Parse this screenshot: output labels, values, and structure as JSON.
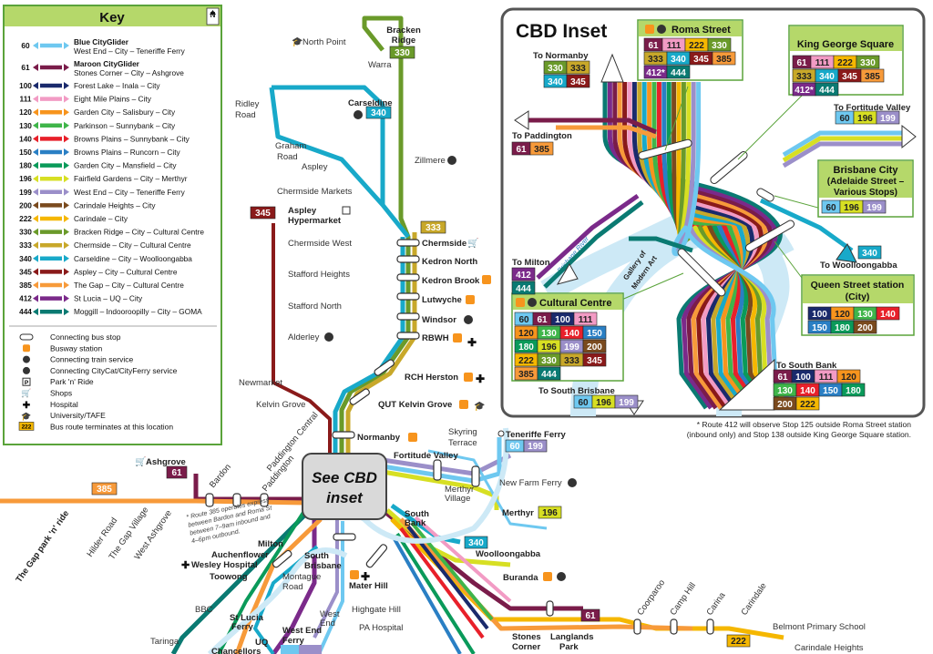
{
  "key": {
    "title": "Key",
    "routes": [
      {
        "num": "60",
        "color": "#6ec8f0",
        "name": "Blue CityGlider",
        "sub": "West End – City – Teneriffe Ferry"
      },
      {
        "num": "61",
        "color": "#7a1c4a",
        "name": "Maroon CityGlider",
        "sub": "Stones Corner – City – Ashgrove"
      },
      {
        "num": "100",
        "color": "#1a2a6c",
        "name": "Forest Lake – Inala – City"
      },
      {
        "num": "111",
        "color": "#f29bc4",
        "name": "Eight Mile Plains – City"
      },
      {
        "num": "120",
        "color": "#f7941d",
        "name": "Garden City – Salisbury – City"
      },
      {
        "num": "130",
        "color": "#3fb54a",
        "name": "Parkinson – Sunnybank – City"
      },
      {
        "num": "140",
        "color": "#e8202a",
        "name": "Browns Plains – Sunnybank – City"
      },
      {
        "num": "150",
        "color": "#2a7fc4",
        "name": "Browns Plains – Runcorn – City"
      },
      {
        "num": "180",
        "color": "#0a9a5a",
        "name": "Garden City – Mansfield – City"
      },
      {
        "num": "196",
        "color": "#d7df23",
        "name": "Fairfield Gardens – City – Merthyr"
      },
      {
        "num": "199",
        "color": "#9b8fc9",
        "name": "West End – City – Teneriffe Ferry"
      },
      {
        "num": "200",
        "color": "#7a4a1e",
        "name": "Carindale Heights – City"
      },
      {
        "num": "222",
        "color": "#f5b700",
        "name": "Carindale – City"
      },
      {
        "num": "330",
        "color": "#6a9a2a",
        "name": "Bracken Ridge – City – Cultural Centre"
      },
      {
        "num": "333",
        "color": "#c8a82a",
        "name": "Chermside – City – Cultural Centre"
      },
      {
        "num": "340",
        "color": "#18a9c9",
        "name": "Carseldine – City – Woolloongabba"
      },
      {
        "num": "345",
        "color": "#8a1a1a",
        "name": "Aspley – City – Cultural Centre"
      },
      {
        "num": "385",
        "color": "#f79a3a",
        "name": "The Gap – City – Cultural Centre"
      },
      {
        "num": "412",
        "color": "#7b2a8a",
        "name": "St Lucia – UQ – City"
      },
      {
        "num": "444",
        "color": "#0a7a72",
        "name": "Moggill – Indooroopilly – City – GOMA"
      }
    ],
    "symbols": [
      {
        "icon": "connecting-bus-stop-icon",
        "text": "Connecting bus stop"
      },
      {
        "icon": "busway-station-icon",
        "text": "Busway station"
      },
      {
        "icon": "train-icon",
        "text": "Connecting train service"
      },
      {
        "icon": "ferry-icon",
        "text": "Connecting CityCat/CityFerry service"
      },
      {
        "icon": "park-n-ride-icon",
        "text": "Park 'n' Ride"
      },
      {
        "icon": "shops-icon",
        "text": "Shops"
      },
      {
        "icon": "hospital-icon",
        "text": "Hospital"
      },
      {
        "icon": "university-icon",
        "text": "University/TAFE"
      },
      {
        "icon": "terminus-badge-icon",
        "badge": "222",
        "text": "Bus route terminates at this location"
      }
    ]
  },
  "inset": {
    "title": "CBD Inset",
    "to_normanby": "To Normanby",
    "to_paddington": "To Paddington",
    "to_milton": "To Milton",
    "to_fortitude_valley": "To Fortitude Valley",
    "to_woolloongabba": "To Woolloongabba",
    "to_south_brisbane": "To South Brisbane",
    "to_south_bank": "To South Bank",
    "roma_street": "Roma Street",
    "king_george_square": "King George Square",
    "brisbane_city": "Brisbane City",
    "brisbane_city_sub": "(Adelaide Street –",
    "brisbane_city_sub2": "Various Stops)",
    "queen_street": "Queen Street station",
    "queen_street_sub": "(City)",
    "cultural_centre": "Cultural Centre",
    "gallery": "Gallery of",
    "gallery2": "Modern Art",
    "river": "Brisbane River",
    "footnote1": "* Route 412 will observe Stop 125 outside Roma Street station",
    "footnote2": "(inbound only) and Stop 138 outside King George Square station."
  },
  "map": {
    "see_cbd": "See CBD",
    "see_cbd2": "inset",
    "route385_note": "* Route 385 operates express between Bardon and Roma St between 7–9am inbound and 4–6pm outbound.",
    "places": {
      "bracken_ridge": "Bracken",
      "bracken_ridge2": "Ridge",
      "north_point": "North Point",
      "warra": "Warra",
      "ridley_road": "Ridley",
      "ridley_road2": "Road",
      "carseldine": "Carseldine",
      "graham_road": "Graham",
      "graham_road2": "Road",
      "zillmere": "Zillmere",
      "aspley": "Aspley",
      "chermside_markets": "Chermside Markets",
      "aspley_hypermarket": "Aspley",
      "aspley_hypermarket2": "Hypermarket",
      "chermside": "Chermside",
      "chermside_west": "Chermside West",
      "kedron_north": "Kedron North",
      "kedron_brook": "Kedron Brook",
      "stafford_heights": "Stafford Heights",
      "lutwyche": "Lutwyche",
      "stafford_north": "Stafford North",
      "windsor": "Windsor",
      "alderley": "Alderley",
      "rbwh": "RBWH",
      "rch_herston": "RCH Herston",
      "newmarket": "Newmarket",
      "kelvin_grove": "Kelvin Grove",
      "qut_kelvin_grove": "QUT Kelvin Grove",
      "paddington_central": "Paddington Central",
      "normanby": "Normanby",
      "skyring_terrace": "Skyring",
      "skyring_terrace2": "Terrace",
      "teneriffe_ferry": "Teneriffe Ferry",
      "ashgrove": "Ashgrove",
      "bardon": "Bardon",
      "paddington": "Paddington",
      "fortitude_valley": "Fortitude Valley",
      "new_farm_ferry": "New Farm Ferry",
      "merthyr_village": "Merthyr",
      "merthyr_village2": "Village",
      "merthyr": "Merthyr",
      "gap_park_n_ride": "The Gap park 'n' ride",
      "hilder_road": "Hilder Road",
      "the_gap_village": "The Gap Village",
      "west_ashgrove": "West Ashgrove",
      "south_bank": "South",
      "south_bank2": "Bank",
      "milton": "Milton",
      "south_brisbane": "South",
      "south_brisbane2": "Brisbane",
      "auchenflower": "Auchenflower",
      "wesley_hospital": "Wesley Hospital",
      "toowong": "Toowong",
      "woolloongabba": "Woolloongabba",
      "montague_road": "Montague",
      "montague_road2": "Road",
      "mater_hill": "Mater Hill",
      "buranda": "Buranda",
      "coorparoo": "Coorparoo",
      "camp_hill": "Camp Hill",
      "carina": "Carina",
      "carindale": "Carindale",
      "bbc": "BBC",
      "st_lucia_ferry": "St Lucia",
      "st_lucia_ferry2": "Ferry",
      "west_end": "West",
      "west_end2": "End",
      "highgate_hill": "Highgate Hill",
      "pa_hospital": "PA Hospital",
      "west_end_ferry": "West End",
      "west_end_ferry2": "Ferry",
      "stones_corner": "Stones",
      "stones_corner2": "Corner",
      "langlands_park": "Langlands",
      "langlands_park2": "Park",
      "belmont_primary": "Belmont Primary School",
      "carindale_heights": "Carindale Heights",
      "taringa": "Taringa",
      "uq_chancellors": "UQ",
      "uq_chancellors2": "Chancellors"
    }
  }
}
